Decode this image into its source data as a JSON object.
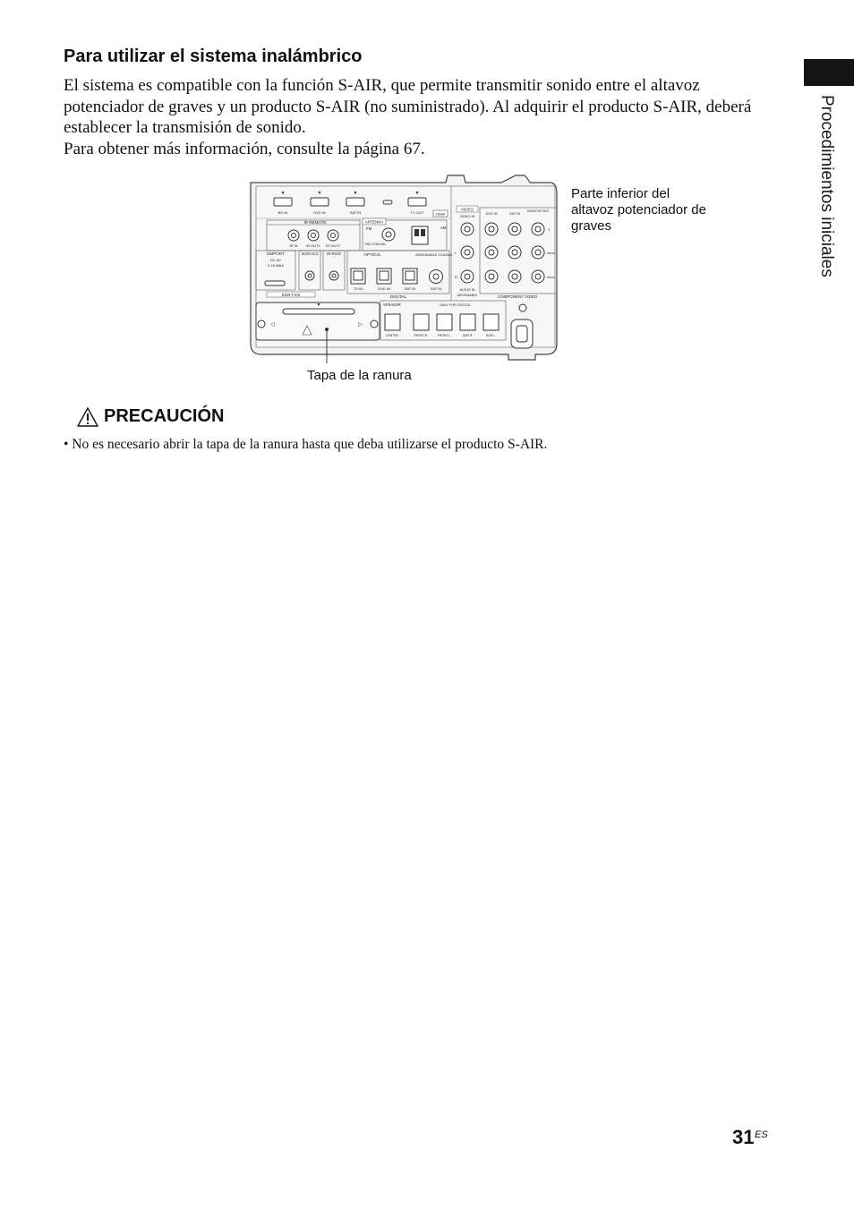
{
  "side_tab": {
    "label": "Procedimientos iniciales"
  },
  "section": {
    "heading": "Para utilizar el sistema inalámbrico",
    "paragraphs": [
      "El sistema es compatible con la función S-AIR, que permite transmitir sonido entre el altavoz potenciador de graves y un producto S-AIR (no suministrado). Al adquirir el producto S-AIR, deberá establecer la transmisión de sonido.",
      "Para obtener más información, consulte la página 67."
    ]
  },
  "figure": {
    "callout_bottom": "Parte inferior del altavoz potenciador de graves",
    "callout_cover": "Tapa de la ranura",
    "panel": {
      "hdmi": [
        "BD IN",
        "DVD IN",
        "SAT IN",
        "TV OUT",
        "HDMI"
      ],
      "ir_remote": "IR REMOTE",
      "ir_jacks": [
        "IR IN",
        "IR OUT1",
        "IR OUT2"
      ],
      "antenna": "ANTENNA",
      "fm": "FM",
      "am": "AM",
      "coaxial_75": "75Ω COAXIAL",
      "dmport": "DMPORT",
      "dmport_spec": "DC 5V",
      "dmport_spec2": "0.7A MAX",
      "scm": "SCM-AC2",
      "irr": "IR-R100",
      "optical": "OPTICAL",
      "assignable_coaxial": "ASSIGNABLE COAXIAL",
      "optical_inputs": [
        "TV IN",
        "DVD IN",
        "SAT IN",
        "SAT IN"
      ],
      "digital": "DIGITAL",
      "video": "VIDEO",
      "video_in": "VIDEO IN",
      "audio_in": "AUDIO IN",
      "assignable": "ASSIGNABLE",
      "component_cols": [
        "DVD IN",
        "SAT IN",
        "MONITOR OUT"
      ],
      "component_video": "COMPONENT VIDEO",
      "ezw": "EZW-T100",
      "speaker": "SPEAKER",
      "only_for": "ONLY FOR SS-IS15",
      "speaker_terms": [
        "CENTER",
        "FRONT R",
        "FRONT L",
        "SUR R",
        "SUR L"
      ],
      "lr": [
        "L",
        "R"
      ],
      "ycomp": [
        "Y",
        "PB/CB",
        "PR/CR"
      ]
    }
  },
  "caution": {
    "title": "PRECAUCIÓN",
    "items": [
      "• No es necesario abrir la tapa de la ranura hasta que deba utilizarse el producto S-AIR."
    ]
  },
  "page": {
    "number": "31",
    "suffix": "ES"
  }
}
